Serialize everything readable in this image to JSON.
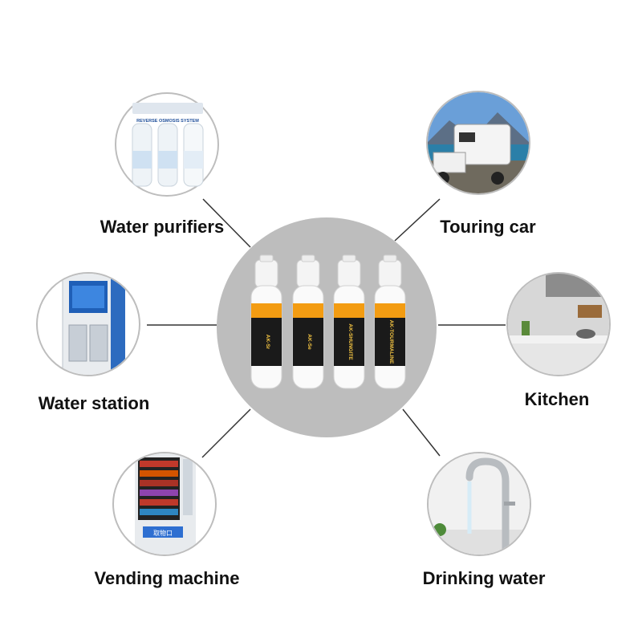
{
  "center": {
    "filters": [
      {
        "band": "AK-Sr"
      },
      {
        "band": "AK-Se"
      },
      {
        "band": "AK-SHUNGITE"
      },
      {
        "band": "AK-TOURMALINE"
      }
    ]
  },
  "applications": [
    {
      "id": "water-purifiers",
      "label": "Water purifiers",
      "icon": "reverse-osmosis-system-icon",
      "sub_label": "REVERSE OSMOSIS SYSTEM"
    },
    {
      "id": "touring-car",
      "label": "Touring car",
      "icon": "camper-truck-icon"
    },
    {
      "id": "water-station",
      "label": "Water station",
      "icon": "water-vending-station-icon"
    },
    {
      "id": "kitchen",
      "label": "Kitchen",
      "icon": "kitchen-interior-icon"
    },
    {
      "id": "vending-machine",
      "label": "Vending machine",
      "icon": "vending-machine-icon",
      "sub_label": "取物口"
    },
    {
      "id": "drinking-water",
      "label": "Drinking water",
      "icon": "faucet-icon"
    }
  ],
  "colors": {
    "center_disc": "#bdbdbd",
    "filter_band": "#f39c12",
    "label_band": "#1a1a1a",
    "connector": "#333333"
  }
}
